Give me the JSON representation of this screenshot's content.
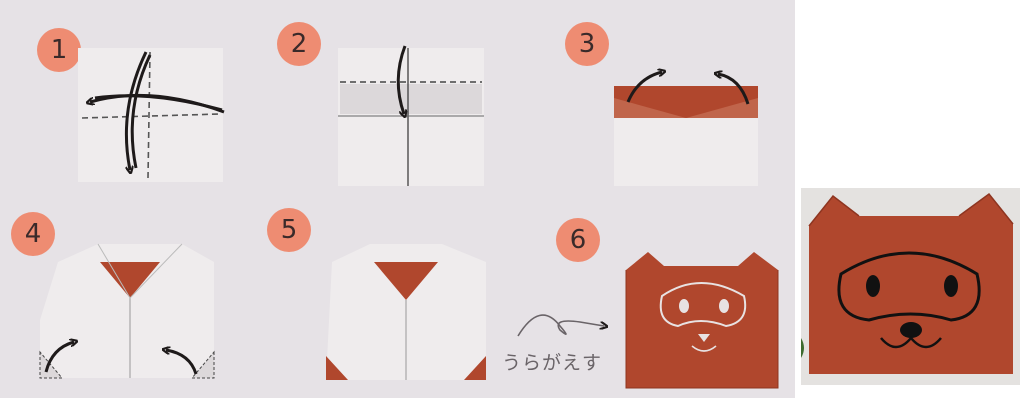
{
  "steps": [
    {
      "number": "1"
    },
    {
      "number": "2"
    },
    {
      "number": "3"
    },
    {
      "number": "4"
    },
    {
      "number": "5"
    },
    {
      "number": "6"
    }
  ],
  "hint": {
    "text": "うらがえす"
  },
  "colors": {
    "board": "#e6e2e6",
    "paper_white": "#efeced",
    "paper_brown": "#b0472d",
    "step_circle": "#ee8c72",
    "ink": "#1e1a1a"
  }
}
